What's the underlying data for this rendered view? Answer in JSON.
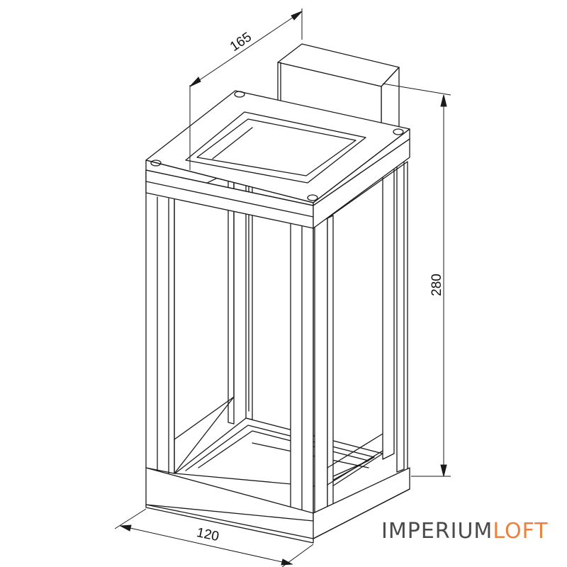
{
  "diagram": {
    "dimensions": {
      "depth": "165",
      "height": "280",
      "width": "120"
    }
  },
  "brand": {
    "part1": "IMPERIUM",
    "part2": "LOFT",
    "accent_color": "#ef7f3a",
    "text_color": "#4a4a4a"
  }
}
